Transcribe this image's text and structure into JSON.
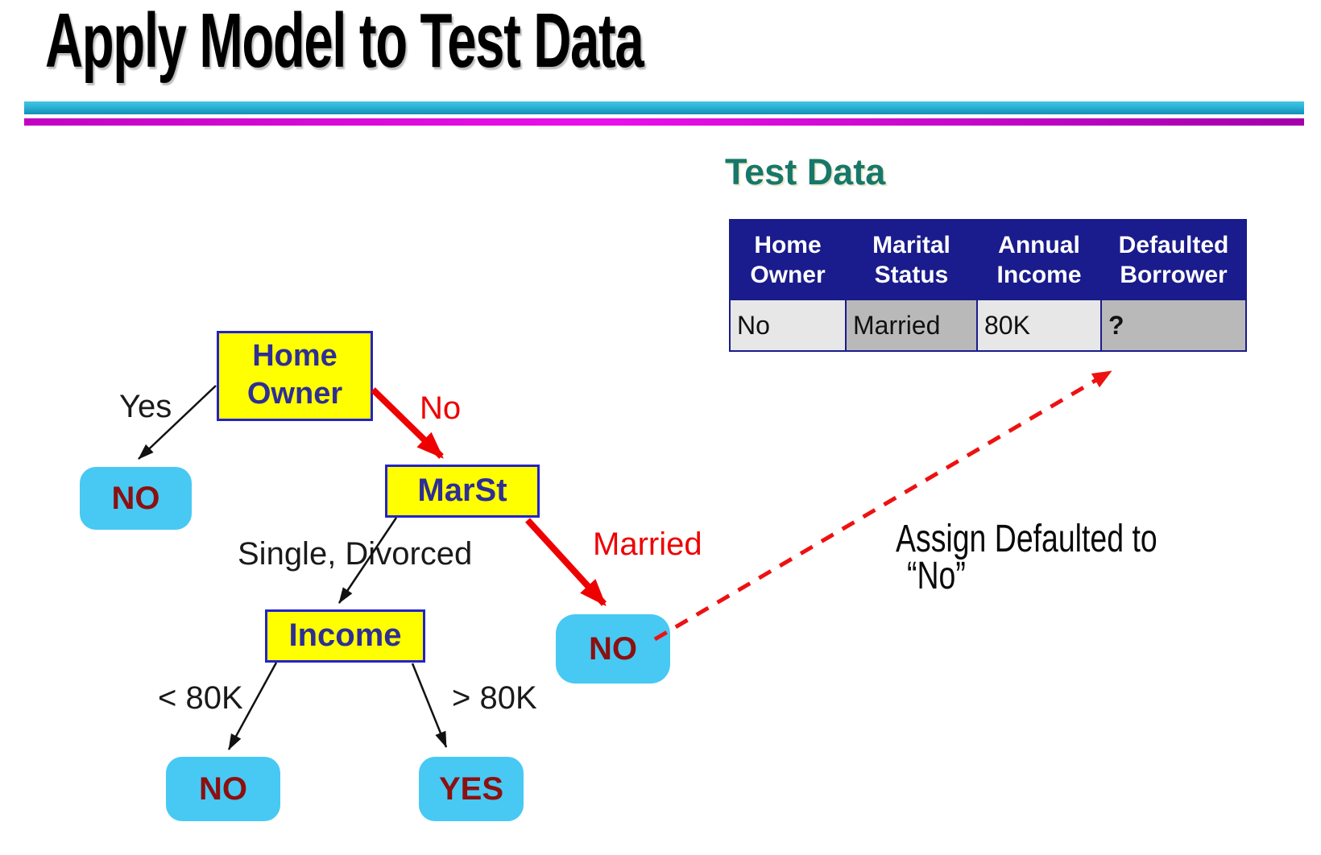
{
  "slide": {
    "title": "Apply Model to Test Data"
  },
  "test_data": {
    "heading": "Test Data",
    "table": {
      "headers": [
        [
          "Home",
          "Owner"
        ],
        [
          "Marital",
          "Status"
        ],
        [
          "Annual",
          "Income"
        ],
        [
          "Defaulted",
          "Borrower"
        ]
      ],
      "row": [
        "No",
        "Married",
        "80K",
        "?"
      ]
    }
  },
  "tree": {
    "nodes": {
      "home_owner": {
        "line1": "Home",
        "line2": "Owner"
      },
      "marst": "MarSt",
      "income": "Income"
    },
    "leaves": {
      "yes_branch": "NO",
      "married_branch": "NO",
      "low_income": "NO",
      "high_income": "YES"
    },
    "branches": {
      "yes": "Yes",
      "no": "No",
      "single_divorced": "Single, Divorced",
      "married": "Married",
      "lt_80k": "< 80K",
      "gt_80k": "> 80K"
    }
  },
  "annotation": {
    "line1": "Assign Defaulted to",
    "line2": "“No”"
  },
  "colors": {
    "bar_cyan": "#2ab5d8",
    "bar_magenta": "#d60fd6",
    "heading_teal": "#17786a",
    "table_header_bg": "#1a1b8c",
    "table_header_text": "#ffffff",
    "cell_light": "#e7e7e7",
    "cell_dark": "#b9b9b9",
    "cell_red_text": "#ee1111",
    "node_fill": "#ffff00",
    "node_border": "#2222cc",
    "node_text": "#2e2e96",
    "leaf_fill": "#47c9f3",
    "leaf_text": "#8b1010",
    "branch_red": "#ee0000",
    "line_black": "#111111"
  }
}
